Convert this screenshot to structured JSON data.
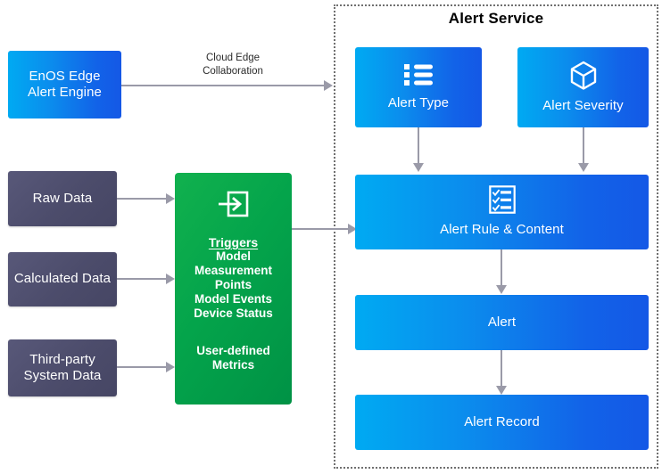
{
  "diagram": {
    "title": "Alert Service",
    "service_container": {
      "name": "Alert Service",
      "border_style": "dotted",
      "border_color": "#707070"
    },
    "palette": {
      "blue_gradient_start": "#00aaf2",
      "blue_gradient_end": "#1458e6",
      "green_gradient_start": "#11b14e",
      "green_gradient_end": "#009245",
      "dark_slate": "#4c4c6b",
      "connector_gray": "#9a9aa8",
      "text_dark": "#2b2b2b",
      "text_light": "#ffffff"
    },
    "edge_engine": {
      "label_line1": "EnOS Edge",
      "label_line2": "Alert Engine"
    },
    "edge_label": {
      "line1": "Cloud Edge",
      "line2": "Collaboration"
    },
    "sources": [
      {
        "label": "Raw Data",
        "line2": ""
      },
      {
        "label": "Calculated Data",
        "line2": ""
      },
      {
        "label": "Third-party",
        "line2": "System Data"
      }
    ],
    "triggers_box": {
      "icon": "sign-in-icon",
      "heading": "Triggers",
      "items": [
        "Model Measurement",
        "Points",
        "Model Events",
        "Device Status"
      ],
      "footer_line1": "User-defined",
      "footer_line2": "Metrics"
    },
    "service_nodes": {
      "alert_type": {
        "label": "Alert Type",
        "icon": "bullet-list-icon"
      },
      "alert_severity": {
        "label": "Alert Severity",
        "icon": "cube-icon"
      },
      "alert_rule": {
        "label": "Alert Rule & Content",
        "icon": "checklist-icon"
      },
      "alert": {
        "label": "Alert",
        "icon": ""
      },
      "alert_record": {
        "label": "Alert Record",
        "icon": ""
      }
    }
  }
}
